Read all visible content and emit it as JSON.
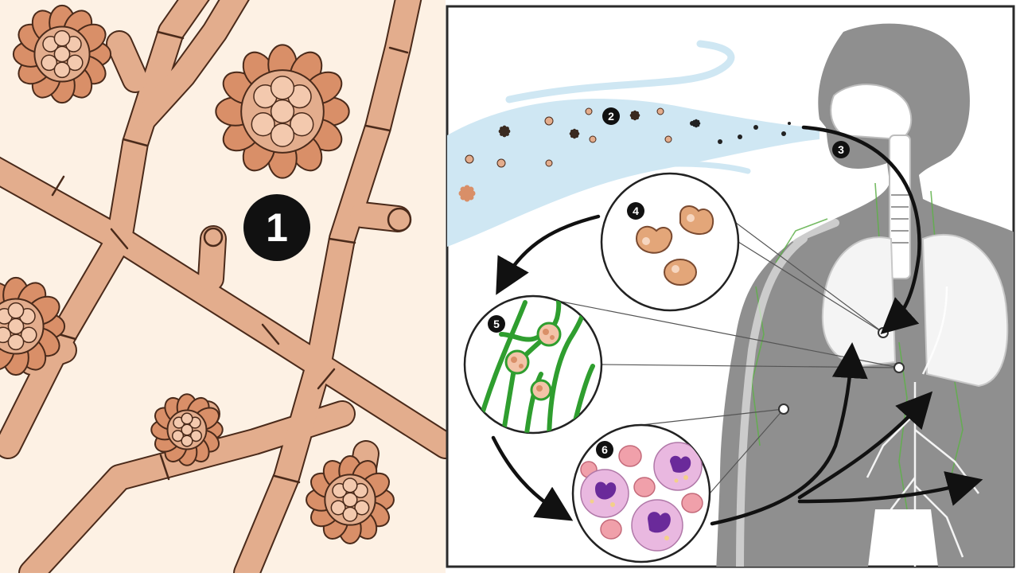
{
  "panels": {
    "left": {
      "background": "#fdf1e4"
    },
    "right": {
      "background": "#ffffff",
      "border": "#2a2a2a"
    }
  },
  "colors": {
    "fungus_fill": "#e3ad8d",
    "fungus_stroke": "#4a2a1a",
    "spore_head": "#d98f68",
    "air_stream": "#cfe7f3",
    "body_silhouette": "#8f8f8f",
    "airway": "#ffffff",
    "lymph_network": "#5fb04a",
    "hyphae_green": "#2f9e2f",
    "blood_cell": "#f0a0aa",
    "neutrophil": "#e9b8e0",
    "nucleus": "#6a2a9a",
    "arrow": "#111111",
    "marker_fill": "#111111",
    "marker_text": "#ffffff"
  },
  "icons": {
    "stages": [
      "fungal-colony-icon",
      "airborne-spores-icon",
      "inhalation-icon",
      "alveolar-spores-icon",
      "germinating-hyphae-icon",
      "immune-cells-icon"
    ]
  },
  "steps": [
    {
      "number": "1"
    },
    {
      "number": "2"
    },
    {
      "number": "3"
    },
    {
      "number": "4"
    },
    {
      "number": "5"
    },
    {
      "number": "6"
    }
  ]
}
